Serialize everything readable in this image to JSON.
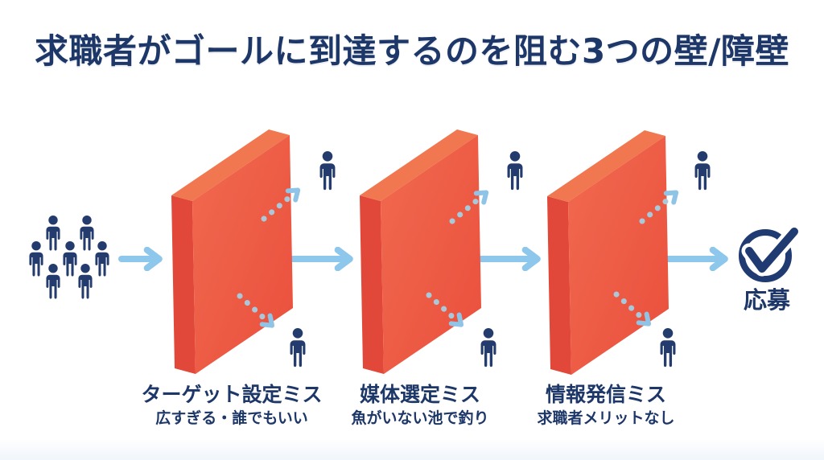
{
  "title": "求職者がゴールに到達するのを阻む3つの壁/障壁",
  "walls": [
    {
      "label": "ターゲット設定ミス",
      "sublabel": "広すぎる・誰でもいい"
    },
    {
      "label": "媒体選定ミス",
      "sublabel": "魚がいない池で釣り"
    },
    {
      "label": "情報発信ミス",
      "sublabel": "求職者メリットなし"
    }
  ],
  "goal": {
    "label": "応募"
  },
  "icons": {
    "source": "crowd-people-icon",
    "barrier": "wall-block-icon",
    "flow": "arrow-right-icon",
    "deflection": "dotted-arrow-icon",
    "leaver": "person-icon",
    "goal": "check-circle-icon"
  },
  "colors": {
    "navy_text": "#1d3768",
    "person_navy": "#243c6d",
    "wall_front": "#ee5a45",
    "wall_side": "#e1483a",
    "wall_top": "#f0774f",
    "arrow_blue": "#8ec7ec",
    "dot_blue": "#a9c8da",
    "background": "#ffffff"
  }
}
